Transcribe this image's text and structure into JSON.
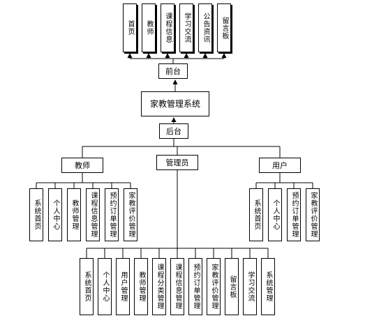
{
  "system": "家教管理系统",
  "frontend": {
    "label": "前台",
    "pages": [
      "首页",
      "教师",
      "课程信息",
      "学习交流",
      "公告资讯",
      "留言板"
    ]
  },
  "backend": {
    "label": "后台",
    "roles": {
      "teacher": {
        "label": "教师",
        "modules": [
          "系统首页",
          "个人中心",
          "教师管理",
          "课程信息管理",
          "预约订单管理",
          "家教评价管理"
        ]
      },
      "admin": {
        "label": "管理员",
        "modules": [
          "系统首页",
          "个人中心",
          "用户管理",
          "教师管理",
          "课程分类管理",
          "课程信息管理",
          "预约订单管理",
          "家教评价管理",
          "留言板",
          "学习交流",
          "系统管理"
        ]
      },
      "user": {
        "label": "用户",
        "modules": [
          "系统首页",
          "个人中心",
          "预约订单管理",
          "家教评价管理"
        ]
      }
    }
  }
}
